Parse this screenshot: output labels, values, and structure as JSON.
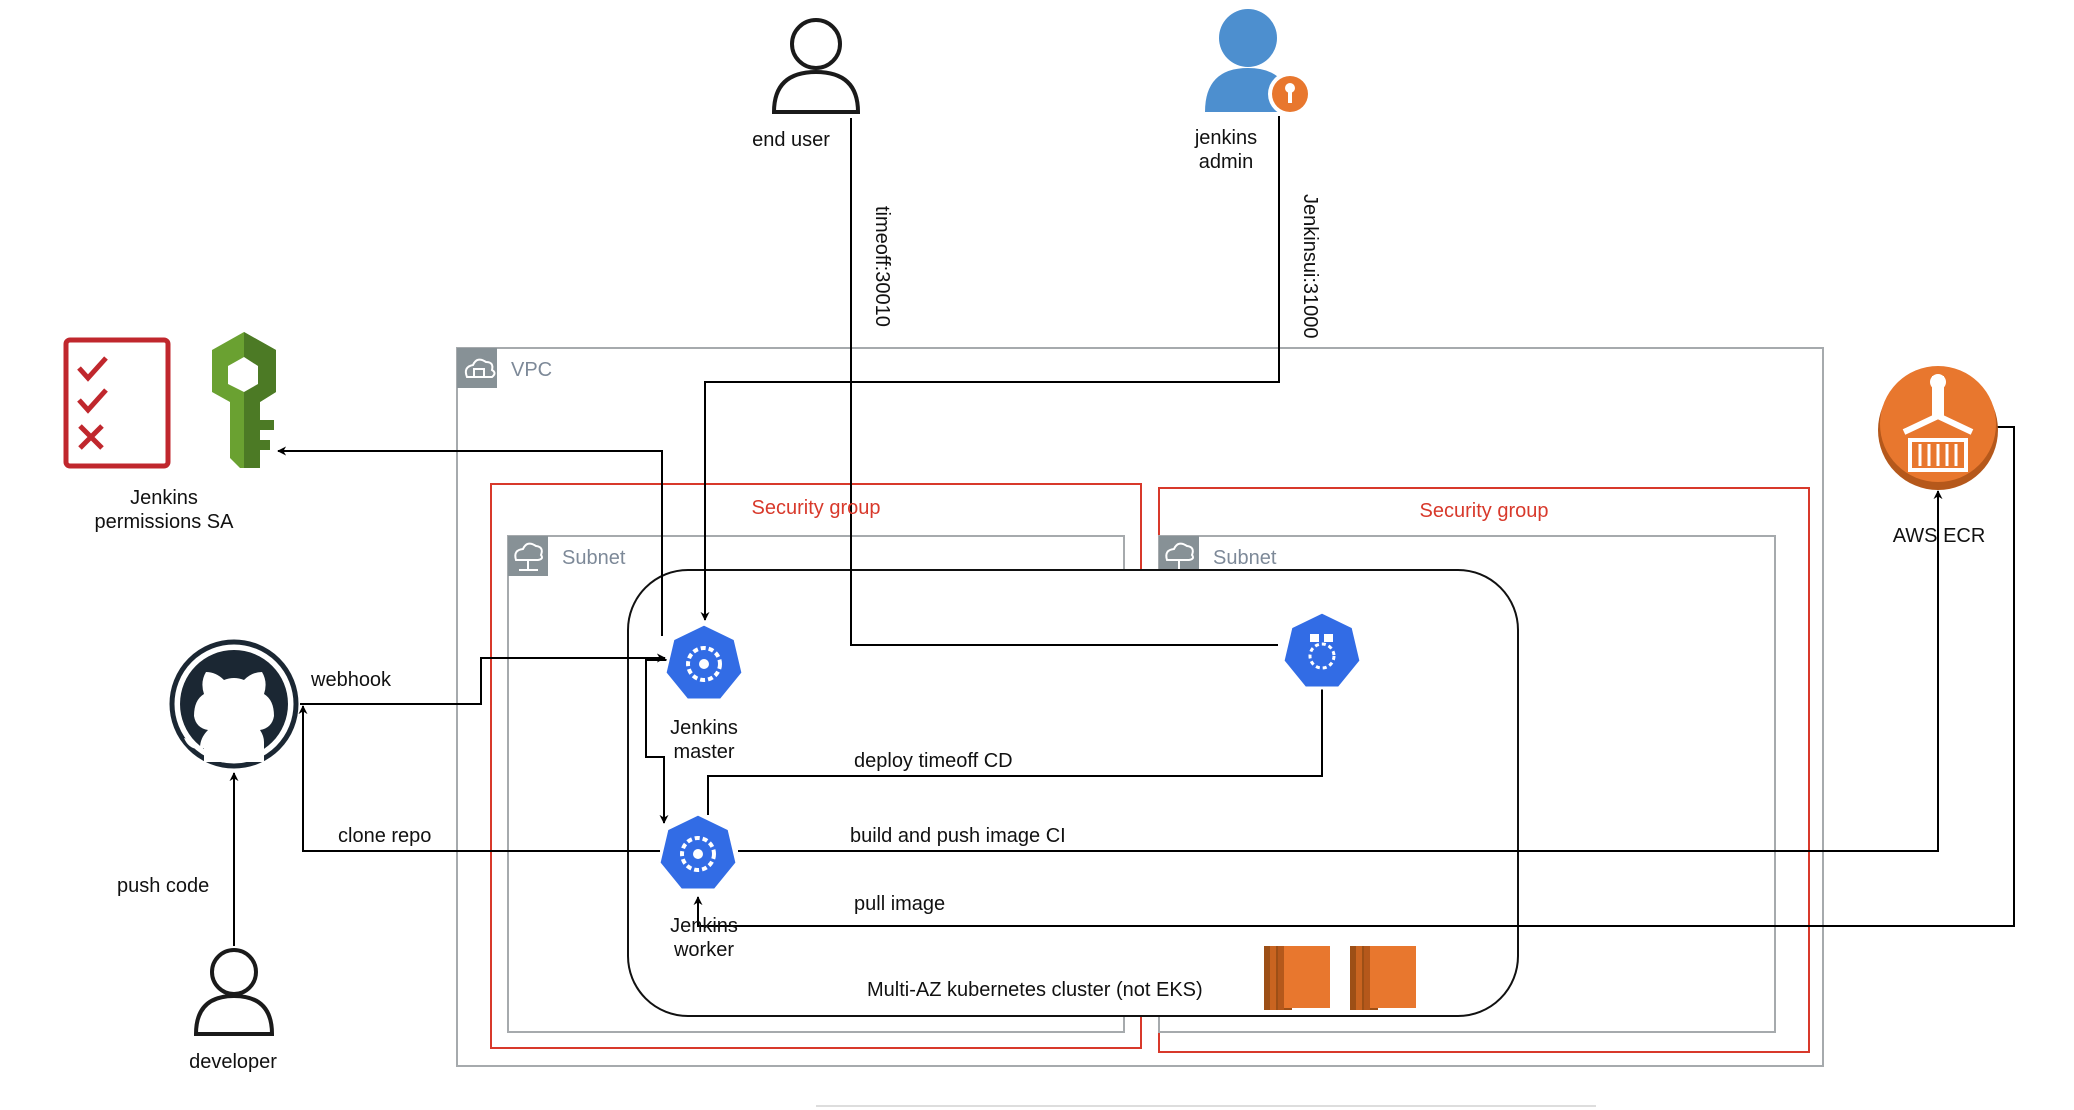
{
  "actors": {
    "end_user": "end user",
    "jenkins_admin": "jenkins\nadmin",
    "developer": "developer"
  },
  "containers": {
    "vpc": "VPC",
    "security_group_1": "Security group",
    "security_group_2": "Security group",
    "subnet_1": "Subnet",
    "subnet_2": "Subnet",
    "cluster": "Multi-AZ kubernetes cluster (not EKS)"
  },
  "nodes": {
    "jenkins_master": "Jenkins\nmaster",
    "jenkins_worker": "Jenkins\nworker",
    "aws_ecr": "AWS ECR",
    "permissions": "Jenkins\npermissions SA"
  },
  "edges": {
    "timeoff": "timeoff:30010",
    "jenkinsui": "Jenkinsui:31000",
    "webhook": "webhook",
    "clone_repo": "clone repo",
    "push_code": "push code",
    "deploy": "deploy timeoff CD",
    "build_push": "build and push image CI",
    "pull_image": "pull image"
  },
  "colors": {
    "k8s_blue": "#326ce5",
    "ecr_orange": "#e8772e",
    "ec2_orange": "#e8772e",
    "security_red": "#d8392b",
    "container_grey": "#879196",
    "iam_green": "#6aa131",
    "checklist_red": "#c0272d",
    "admin_blue": "#4d8fcf",
    "github_dark": "#1b2733"
  }
}
